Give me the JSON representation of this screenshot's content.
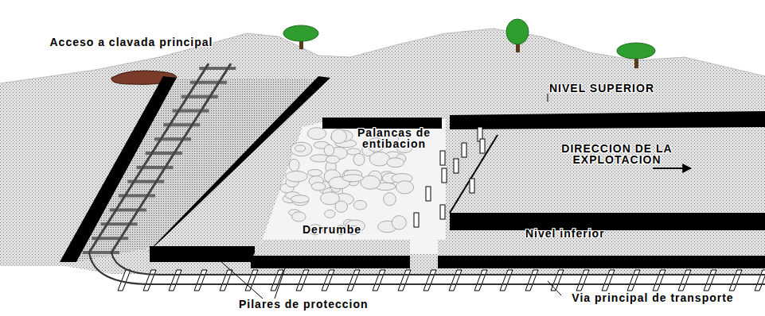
{
  "diagram": {
    "labels": [
      "Acceso a clavada principal",
      "NIVEL SUPERIOR",
      "Palancas de entibacion",
      "DIRECCION DE LA EXPLOTACION",
      "Derrumbe",
      "Nivel inferior",
      "Pilares de proteccion",
      "Via principal de transporte"
    ]
  }
}
